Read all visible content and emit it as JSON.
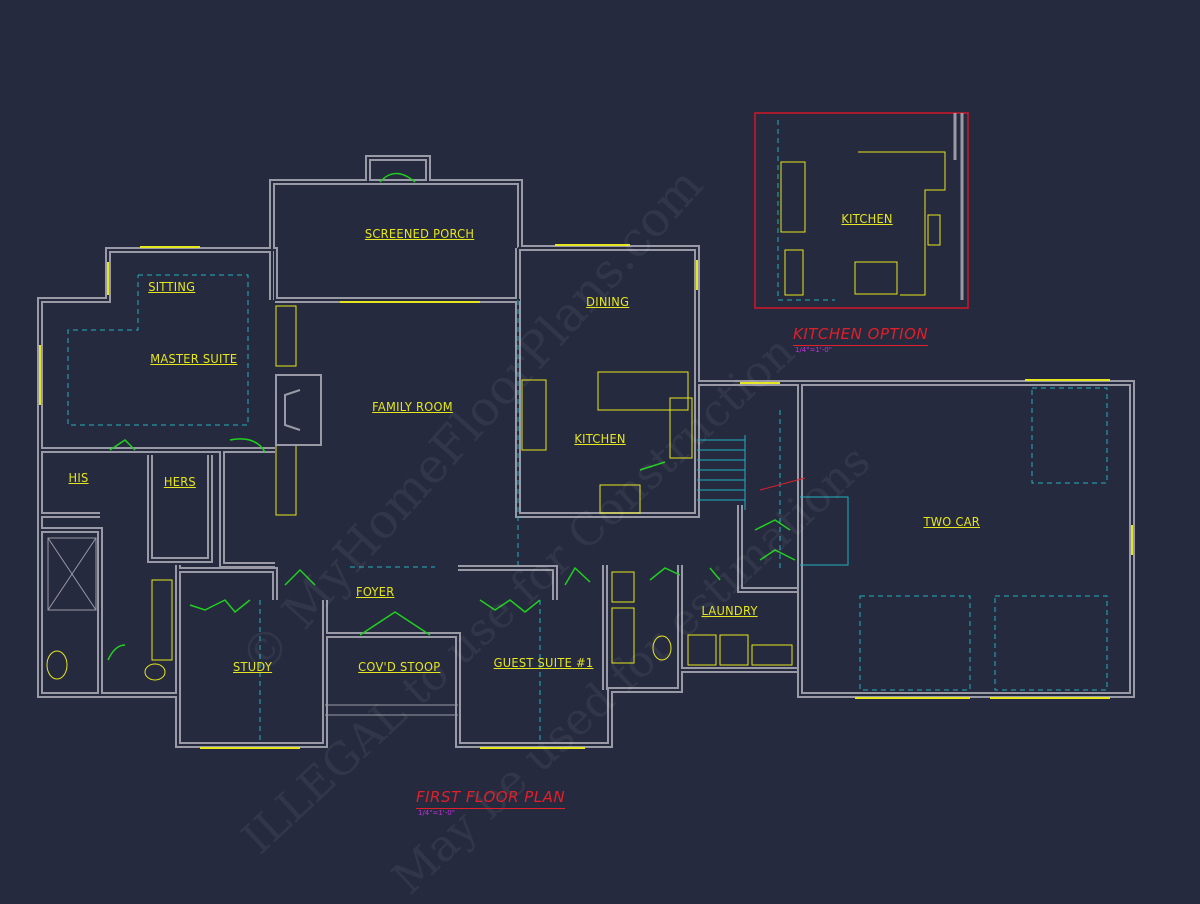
{
  "rooms": [
    {
      "name": "SCREENED PORCH"
    },
    {
      "name": "SITTING"
    },
    {
      "name": "MASTER SUITE"
    },
    {
      "name": "DINING"
    },
    {
      "name": "FAMILY ROOM"
    },
    {
      "name": "KITCHEN"
    },
    {
      "name": "HIS"
    },
    {
      "name": "HERS"
    },
    {
      "name": "TWO CAR"
    },
    {
      "name": "FOYER"
    },
    {
      "name": "COV'D STOOP"
    },
    {
      "name": "STUDY"
    },
    {
      "name": "GUEST SUITE #1"
    },
    {
      "name": "LAUNDRY"
    }
  ],
  "kitchen_option": {
    "room": "KITCHEN",
    "title": "KITCHEN OPTION",
    "scale": "1/4\"=1'-0\""
  },
  "plan": {
    "title": "FIRST FLOOR PLAN",
    "scale": "1/4\"=1'-0\""
  },
  "watermark": [
    "© MyHomeFloorPlans.com",
    "ILLEGAL to use for Construction",
    "May be used for estimations"
  ],
  "colors": {
    "background": "#262a3e",
    "wall": "#9a9aa6",
    "label": "#e6e61e",
    "title": "#e0202a",
    "door": "#20d020",
    "dashed": "#20b0c0"
  }
}
